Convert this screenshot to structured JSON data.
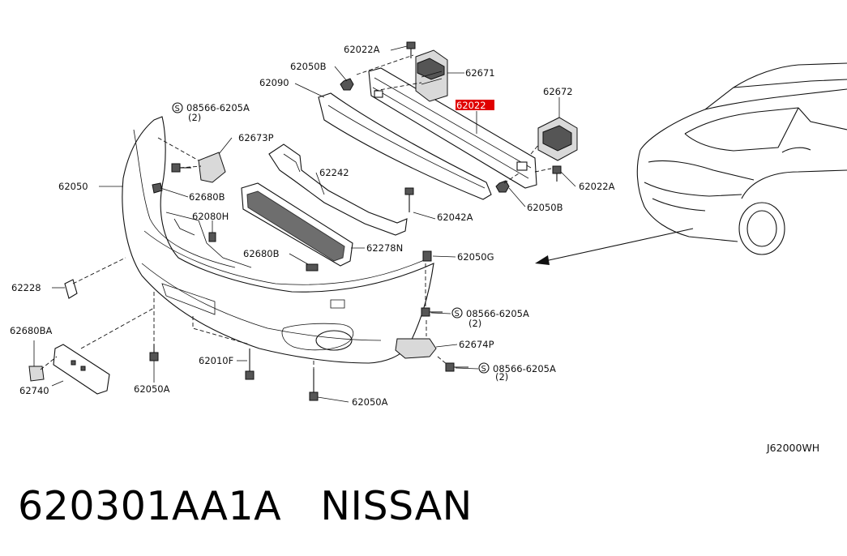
{
  "labels": {
    "l62022A_top": "62022A",
    "l62050B_top": "62050B",
    "l62671": "62671",
    "l62090": "62090",
    "l62672": "62672",
    "l62022_hl": "62022",
    "l08566_1": "08566-6205A",
    "l08566_1q": "(2)",
    "l62673P": "62673P",
    "l62050": "62050",
    "l62242": "62242",
    "l62022A_right": "62022A",
    "l62680B_1": "62680B",
    "l62080H": "62080H",
    "l62042A": "62042A",
    "l62050B_right": "62050B",
    "l62278N": "62278N",
    "l62680B_2": "62680B",
    "l62050G": "62050G",
    "l62228": "62228",
    "l08566_2": "08566-6205A",
    "l08566_2q": "(2)",
    "l62680BA": "62680BA",
    "l62674P": "62674P",
    "l62010F": "62010F",
    "l08566_3": "08566-6205A",
    "l08566_3q": "(2)",
    "l62740": "62740",
    "l62050A_1": "62050A",
    "l62050A_2": "62050A",
    "code": "J62000WH",
    "s_symbol": "S"
  },
  "caption": {
    "part_number": "620301AA1A",
    "brand": "NISSAN"
  },
  "colors": {
    "highlight": "#e00000",
    "line": "#111111"
  }
}
